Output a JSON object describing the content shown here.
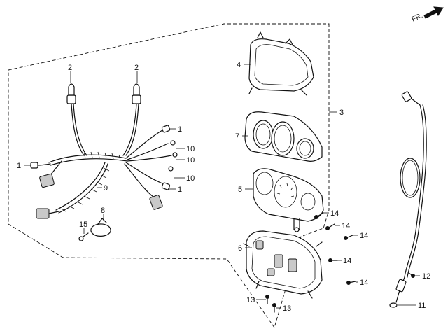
{
  "direction_label": "FR.",
  "callouts": {
    "c1a": "1",
    "c1b": "1",
    "c1c": "1",
    "c2a": "2",
    "c2b": "2",
    "c3": "3",
    "c4": "4",
    "c5": "5",
    "c6": "6",
    "c7": "7",
    "c8": "8",
    "c9": "9",
    "c10a": "10",
    "c10b": "10",
    "c10c": "10",
    "c11": "11",
    "c12": "12",
    "c13a": "13",
    "c13b": "13",
    "c14a": "14",
    "c14b": "14",
    "c14c": "14",
    "c14d": "14",
    "c14e": "14",
    "c15": "15"
  }
}
